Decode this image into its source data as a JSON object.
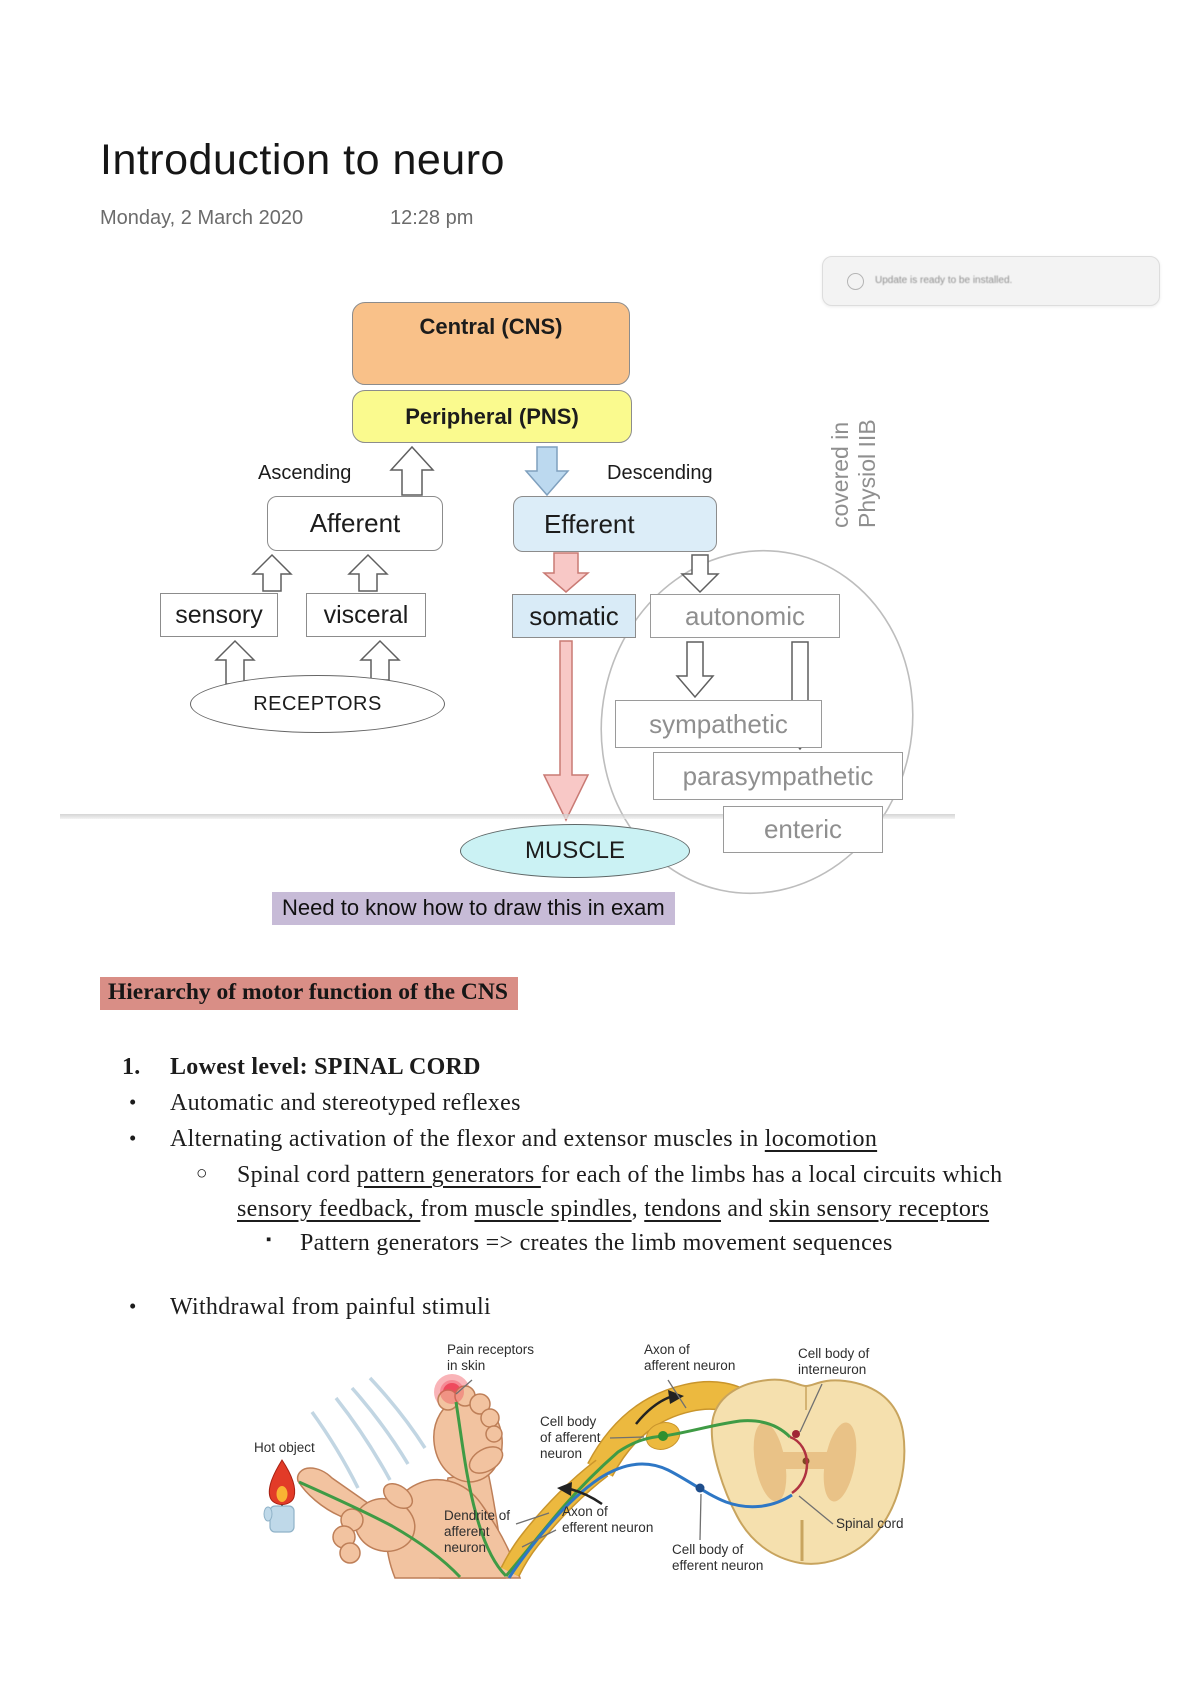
{
  "page": {
    "title": "Introduction to neuro",
    "date": "Monday, 2 March 2020",
    "time": "12:28 pm"
  },
  "toast": {
    "text": "Update is ready to be installed."
  },
  "diagram": {
    "central": "Central (CNS)",
    "peripheral": "Peripheral (PNS)",
    "ascending": "Ascending",
    "descending": "Descending",
    "afferent": "Afferent",
    "efferent": "Efferent",
    "sensory": "sensory",
    "visceral": "visceral",
    "somatic": "somatic",
    "autonomic": "autonomic",
    "receptors": "RECEPTORS",
    "sympathetic": "sympathetic",
    "parasympathetic": "parasympathetic",
    "enteric": "enteric",
    "muscle": "MUSCLE",
    "covered_note": "covered in\nPhysiol IIB",
    "caption": "Need to know how to draw this in exam",
    "colors": {
      "central_fill": "#f9c189",
      "peripheral_fill": "#fafa8e",
      "efferent_fill": "#dcedf8",
      "somatic_fill": "#d9ebf7",
      "muscle_fill": "#cbf2f4",
      "pink_arrow": "#f8c8c6",
      "blue_arrow": "#bcd9ef",
      "caption_highlight": "#c7bbd7",
      "heading_highlight": "#d98e86"
    }
  },
  "notes": {
    "heading": "Hierarchy of motor function of the CNS",
    "list": [
      {
        "marker": "1.",
        "text": "Lowest level: SPINAL CORD"
      },
      {
        "marker": "•",
        "text": "Automatic and stereotyped reflexes"
      },
      {
        "marker": "•",
        "segments": [
          {
            "t": "Alternating activation of the flexor and extensor muscles in "
          },
          {
            "t": "locomotion",
            "u": true
          }
        ]
      },
      {
        "marker": "○",
        "segments": [
          {
            "t": "Spinal cord "
          },
          {
            "t": "pattern generators ",
            "u": true
          },
          {
            "t": "for each of the limbs has a local circuits which"
          }
        ]
      },
      {
        "segments": [
          {
            "t": "sensory feedback, ",
            "u": true
          },
          {
            "t": "from "
          },
          {
            "t": "muscle spindles",
            "u": true
          },
          {
            "t": ", "
          },
          {
            "t": "tendons",
            "u": true
          },
          {
            "t": " and "
          },
          {
            "t": "skin sensory receptors",
            "u": true
          }
        ]
      },
      {
        "marker": "▪",
        "text": "Pattern generators => creates the limb movement sequences"
      },
      {
        "marker": "•",
        "text": "Withdrawal from painful stimuli"
      }
    ]
  },
  "figure": {
    "labels": {
      "pain_receptors": "Pain receptors\nin skin",
      "axon_afferent": "Axon of\nafferent neuron",
      "cellbody_interneuron": "Cell body of\ninterneuron",
      "hot_object": "Hot object",
      "cellbody_afferent": "Cell body\nof afferent\nneuron",
      "dendrite_afferent": "Dendrite of\nafferent\nneuron",
      "axon_efferent": "Axon of\nefferent neuron",
      "cellbody_efferent": "Cell body of\nefferent neuron",
      "spinal_cord": "Spinal cord"
    }
  }
}
